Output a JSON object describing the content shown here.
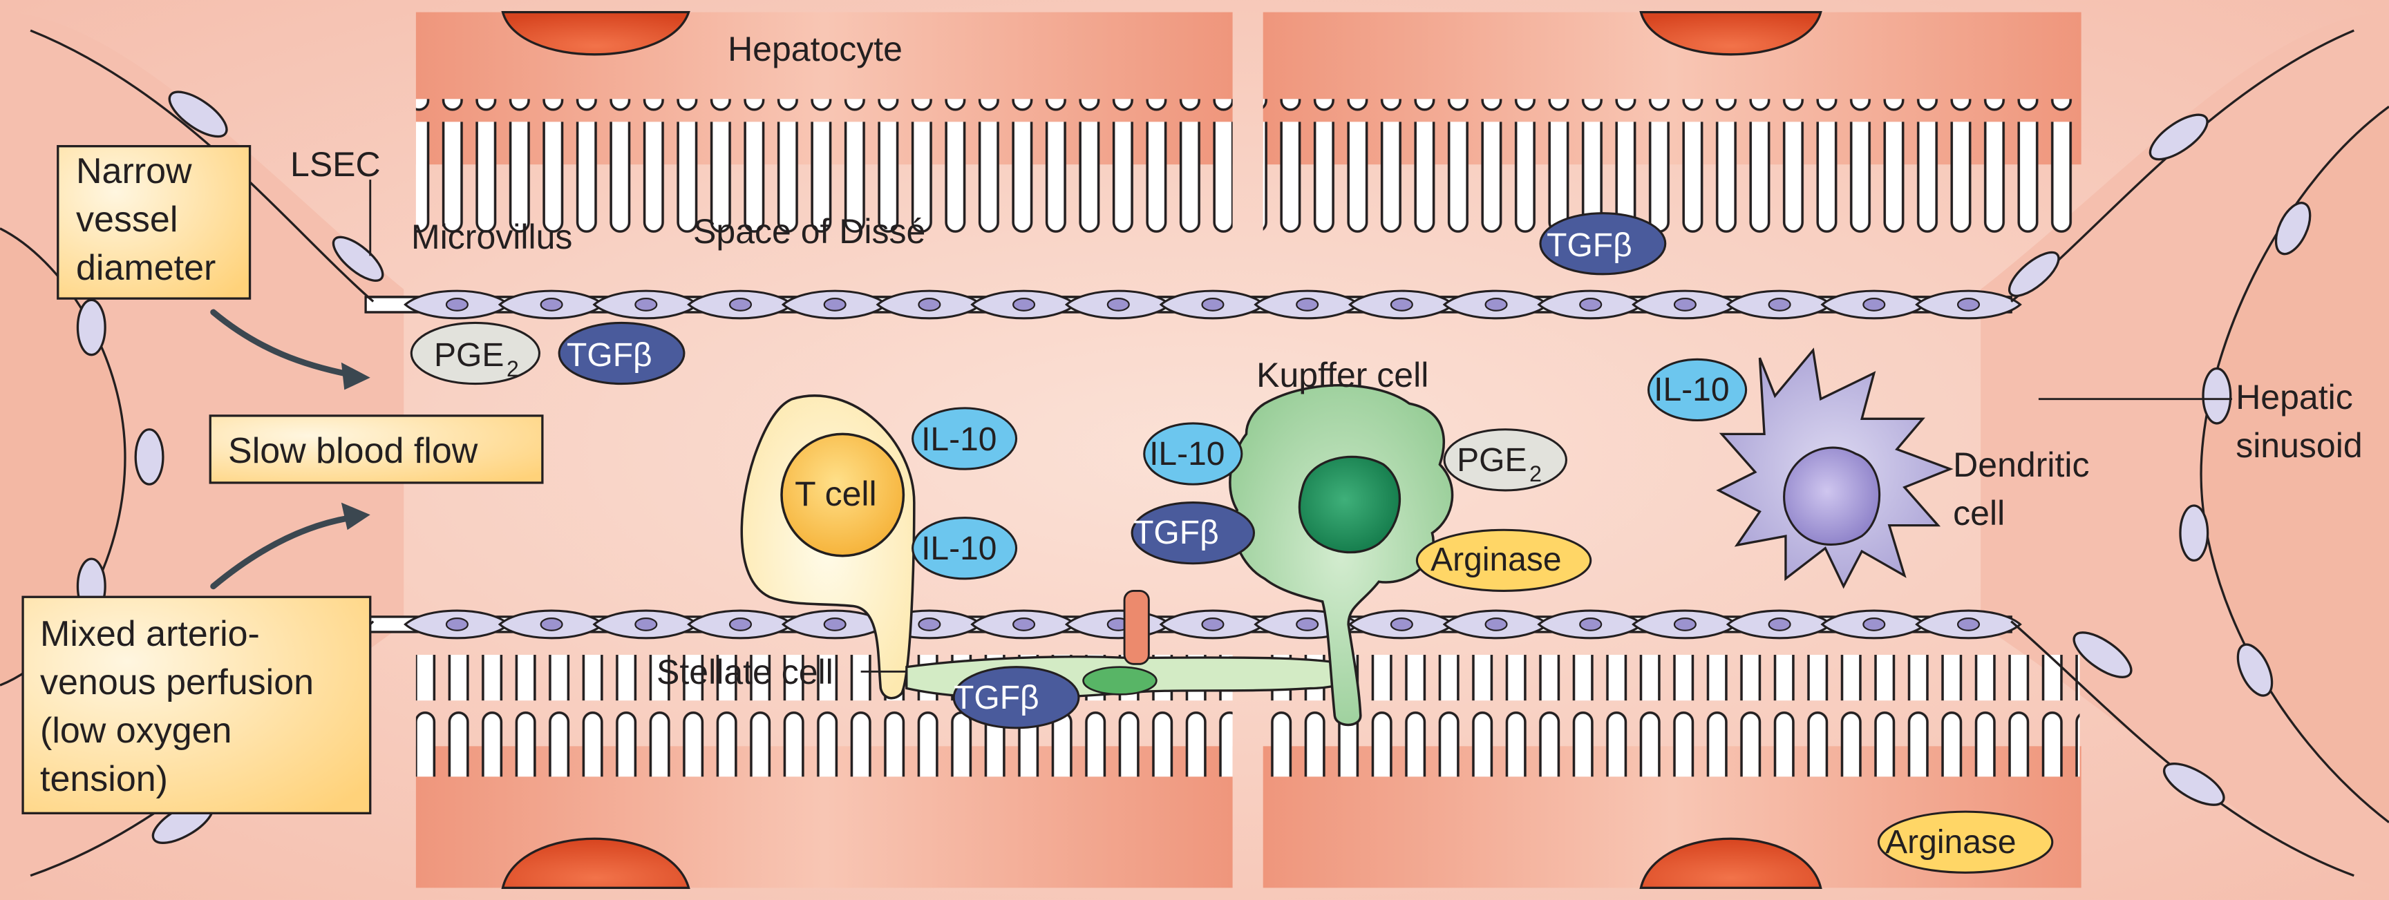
{
  "labels": {
    "hepatocyte": "Hepatocyte",
    "lsec": "LSEC",
    "microvillus": "Microvillus",
    "space_of_disse": "Space of Dissé",
    "kupffer_cell": "Kupffer cell",
    "t_cell": "T cell",
    "stellate_cell": "Stellate cell",
    "dendritic_cell": [
      "Dendritic",
      "cell"
    ],
    "hepatic_sinusoid": [
      "Hepatic",
      "sinusoid"
    ]
  },
  "boxes": {
    "narrow": [
      "Narrow",
      "vessel",
      "diameter"
    ],
    "slow": [
      "Slow blood flow"
    ],
    "mixed": [
      "Mixed arterio-",
      "venous perfusion",
      "(low oxygen",
      "tension)"
    ]
  },
  "molecules": {
    "pge2": "PGE",
    "pge2_sub": "2",
    "tgfb": "TGFβ",
    "il10": "IL-10",
    "arginase": "Arginase"
  },
  "colors": {
    "hepatocyte": "#ee9a80",
    "sinusoid": "#f7c6b8",
    "lsec": "#d9d6ee",
    "nucleus_hep": "#e0552f",
    "kupffer": "#a9d7a8",
    "tcell": "#fff2cc",
    "tgfb": "#4a5b9c",
    "il10": "#6cc6ee",
    "pge2": "#e2e2dc",
    "arginase": "#ffd666",
    "box": "#ffd98a",
    "dendritic": "#b9b2dd"
  }
}
